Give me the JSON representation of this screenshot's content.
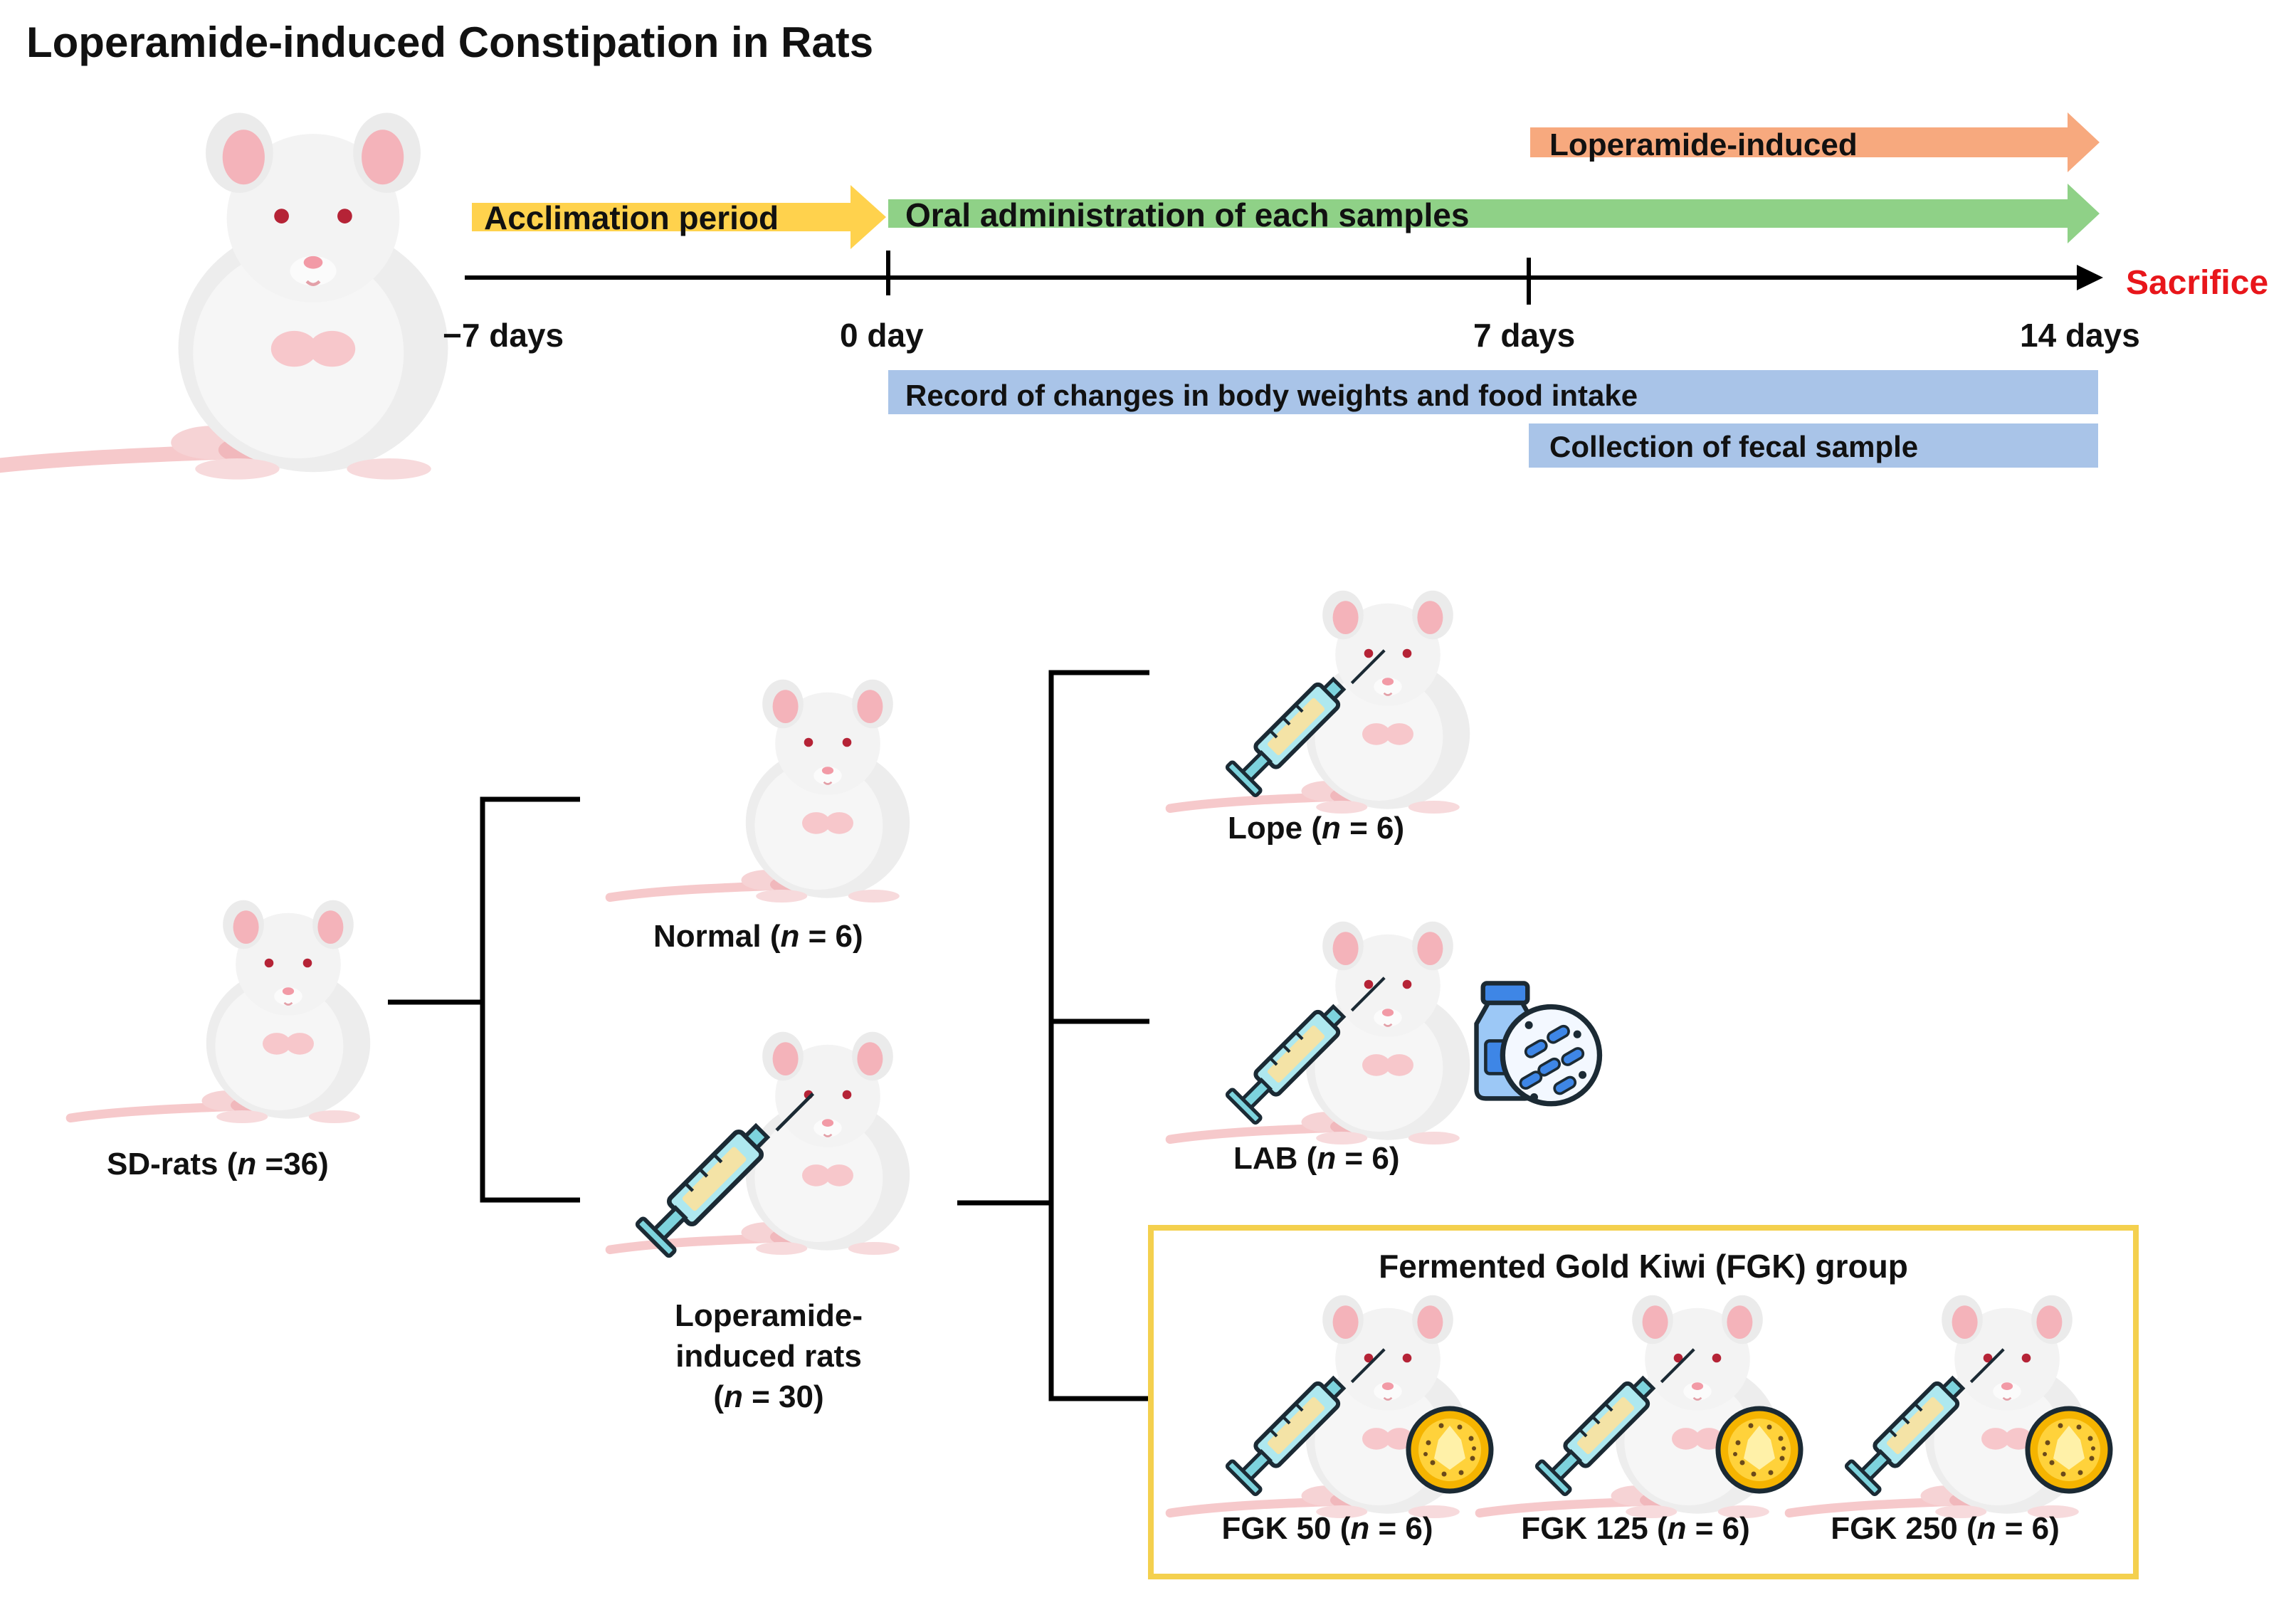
{
  "title": "Loperamide-induced Constipation in Rats",
  "timeline": {
    "bars": {
      "acclimation": "Acclimation period",
      "oral": "Oral administration of each samples",
      "loperamide": "Loperamide-induced",
      "record": "Record of changes in body weights and food intake",
      "fecal": "Collection of fecal sample"
    },
    "ticks": [
      "−7 days",
      "0 day",
      "7 days",
      "14 days"
    ],
    "end_label": "Sacrifice"
  },
  "groups": {
    "sd": {
      "name": "SD-rats ",
      "n": "n",
      "count": "36"
    },
    "normal": {
      "name": "Normal (",
      "n": "n",
      "count": " = 6)"
    },
    "lop_line1": "Loperamide-",
    "lop_line2": "induced rats",
    "lop_line3": {
      "open": "(",
      "n": "n",
      "count": " = 30)"
    },
    "lope": {
      "name": "Lope (",
      "n": "n",
      "count": " = 6)"
    },
    "lab": {
      "name": "LAB (",
      "n": "n",
      "count": " = 6)"
    },
    "fgk_box_title": "Fermented Gold Kiwi (FGK) group",
    "fgk": [
      {
        "name": "FGK 50 (",
        "n": "n",
        "count": " = 6)"
      },
      {
        "name": "FGK 125 (",
        "n": "n",
        "count": " = 6)"
      },
      {
        "name": "FGK 250 (",
        "n": "n",
        "count": " = 6)"
      }
    ]
  },
  "colors": {
    "acclimation": "#FFD24D",
    "oral": "#8FD187",
    "loperamide": "#F7A97E",
    "record_bar": "#A9C4E8",
    "sacrifice": "#E8161B",
    "fgk_box": "#F4D04E"
  }
}
